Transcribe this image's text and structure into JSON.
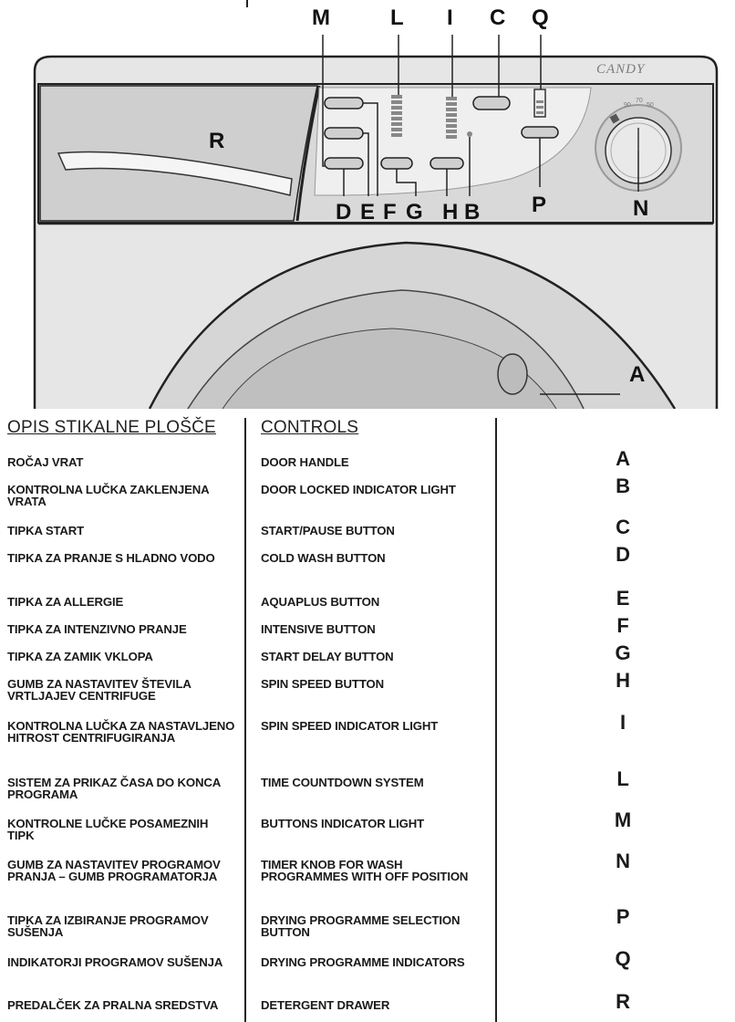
{
  "illustration": {
    "brand": "CANDY",
    "dial_ticks": [
      "90",
      "70",
      "50"
    ],
    "callouts": [
      "M",
      "L",
      "I",
      "C",
      "Q",
      "R",
      "D",
      "E",
      "F",
      "G",
      "H",
      "B",
      "P",
      "N",
      "A"
    ]
  },
  "legend": {
    "header_sl": "OPIS STIKALNE PLOŠČE",
    "header_en": "CONTROLS",
    "rows": [
      {
        "sl": "ROČAJ VRAT",
        "en": "DOOR HANDLE",
        "letter": "A"
      },
      {
        "sl": "KONTROLNA LUČKA ZAKLENJENA VRATA",
        "en": "DOOR LOCKED INDICATOR LIGHT",
        "letter": "B"
      },
      {
        "sl": "TIPKA START",
        "en": "START/PAUSE BUTTON",
        "letter": "C"
      },
      {
        "sl": "TIPKA ZA PRANJE S HLADNO VODO",
        "en": "COLD WASH BUTTON",
        "letter": "D"
      },
      {
        "sl": "TIPKA ZA ALLERGIE",
        "en": "AQUAPLUS BUTTON",
        "letter": "E"
      },
      {
        "sl": "TIPKA ZA INTENZIVNO PRANJE",
        "en": "INTENSIVE BUTTON",
        "letter": "F"
      },
      {
        "sl": "TIPKA ZA ZAMIK VKLOPA",
        "en": "START DELAY BUTTON",
        "letter": "G"
      },
      {
        "sl": "GUMB ZA NASTAVITEV ŠTEVILA VRTLJAJEV CENTRIFUGE",
        "en": "SPIN SPEED BUTTON",
        "letter": "H"
      },
      {
        "sl": "KONTROLNA LUČKA ZA NASTAVLJENO HITROST CENTRIFUGIRANJA",
        "en": "SPIN SPEED INDICATOR LIGHT",
        "letter": "I"
      },
      {
        "sl": "SISTEM ZA PRIKAZ ČASA DO KONCA PROGRAMA",
        "en": "TIME COUNTDOWN SYSTEM",
        "letter": "L"
      },
      {
        "sl": "KONTROLNE LUČKE POSAMEZNIH TIPK",
        "en": "BUTTONS INDICATOR LIGHT",
        "letter": "M"
      },
      {
        "sl": "GUMB ZA NASTAVITEV PROGRAMOV PRANJA – GUMB PROGRAMATORJA",
        "en": "TIMER KNOB FOR WASH PROGRAMMES WITH OFF POSITION",
        "letter": "N"
      },
      {
        "sl": "TIPKA ZA IZBIRANJE PROGRAMOV SUŠENJA",
        "en": "DRYING PROGRAMME SELECTION BUTTON",
        "letter": "P"
      },
      {
        "sl": "INDIKATORJI PROGRAMOV SUŠENJA",
        "en": "DRYING PROGRAMME INDICATORS",
        "letter": "Q"
      },
      {
        "sl": "PREDALČEK ZA PRALNA SREDSTVA",
        "en": "DETERGENT DRAWER",
        "letter": "R"
      }
    ]
  }
}
